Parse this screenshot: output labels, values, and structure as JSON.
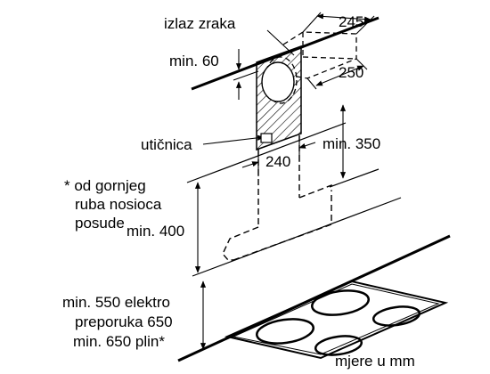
{
  "labels": {
    "air_outlet": "izlaz zraka",
    "dim_245": "245",
    "dim_250": "250",
    "min_60": "min. 60",
    "socket": "utičnica",
    "dim_240": "240",
    "min_350": "min. 350",
    "note_line1": "* od gornjeg",
    "note_line2": "ruba nosioca",
    "note_line3": "posude",
    "min_400": "min. 400",
    "bottom_line1": "min. 550 elektro",
    "bottom_line2": "preporuka 650",
    "bottom_line3": "min. 650 plin*",
    "units": "mjere u mm"
  }
}
